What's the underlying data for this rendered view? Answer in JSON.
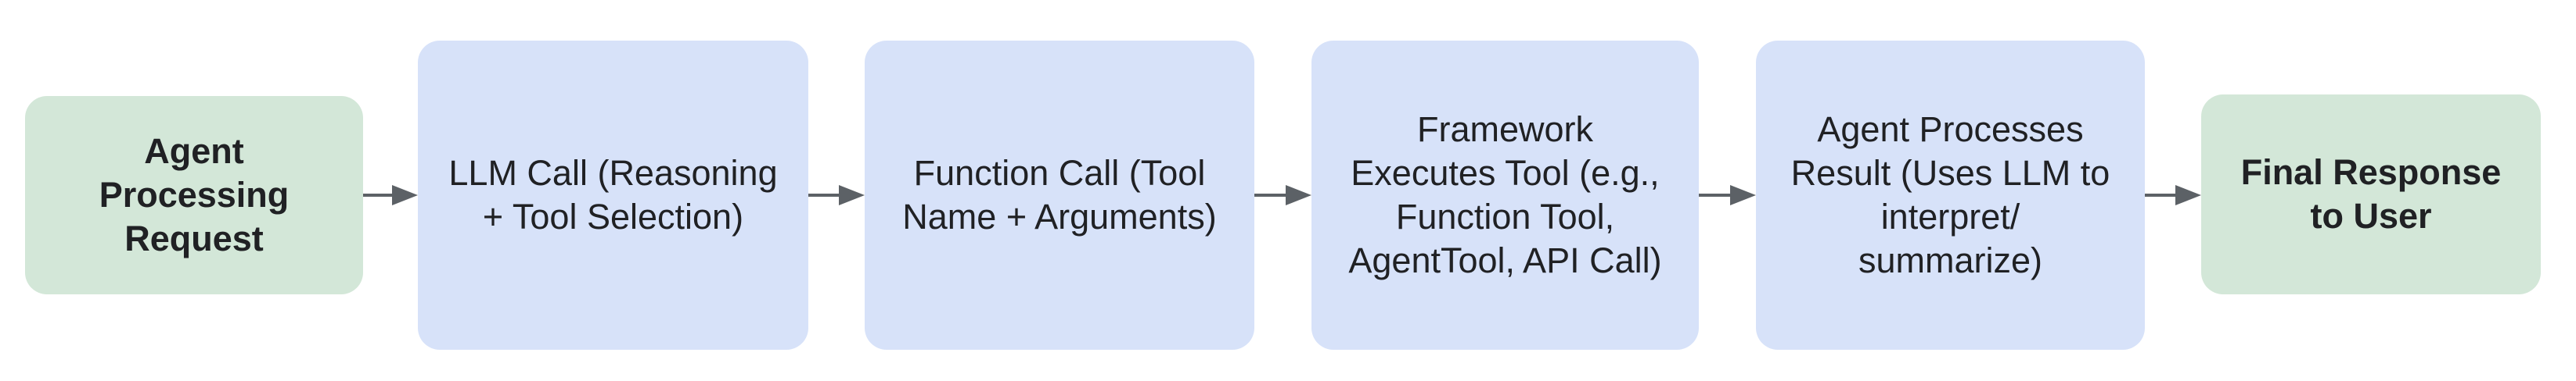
{
  "diagram": {
    "description": "Agent tool-use request processing flow",
    "nodes": [
      {
        "id": "agent-processing-request",
        "type": "start",
        "shape": "rounded-rect",
        "color": "green",
        "label": "Agent\nProcessing\nRequest"
      },
      {
        "id": "llm-call",
        "type": "process",
        "shape": "rounded-rect",
        "color": "blue",
        "label": "LLM Call (Reasoning\n+ Tool Selection)"
      },
      {
        "id": "function-call",
        "type": "process",
        "shape": "rounded-rect",
        "color": "blue",
        "label": "Function Call (Tool\nName + Arguments)"
      },
      {
        "id": "framework-executes-tool",
        "type": "process",
        "shape": "rounded-rect",
        "color": "blue",
        "label": "Framework\nExecutes Tool (e.g.,\nFunction Tool,\nAgentTool, API Call)"
      },
      {
        "id": "agent-processes-result",
        "type": "process",
        "shape": "rounded-rect",
        "color": "blue",
        "label": "Agent Processes\nResult (Uses LLM to\ninterpret/\nsummarize)"
      },
      {
        "id": "final-response-to-user",
        "type": "end",
        "shape": "rounded-rect",
        "color": "green",
        "label": "Final Response\nto User"
      }
    ],
    "connectors": [
      {
        "from": "agent-processing-request",
        "to": "llm-call",
        "style": "arrow-right"
      },
      {
        "from": "llm-call",
        "to": "function-call",
        "style": "arrow-right"
      },
      {
        "from": "function-call",
        "to": "framework-executes-tool",
        "style": "arrow-right"
      },
      {
        "from": "framework-executes-tool",
        "to": "agent-processes-result",
        "style": "arrow-right"
      },
      {
        "from": "agent-processes-result",
        "to": "final-response-to-user",
        "style": "arrow-right"
      }
    ]
  },
  "theme": {
    "canvas_bg": "#ffffff",
    "node_green": "#D3E7D8",
    "node_blue": "#D7E2F9",
    "arrow_color": "#5C6166",
    "text_color": "#202124"
  }
}
